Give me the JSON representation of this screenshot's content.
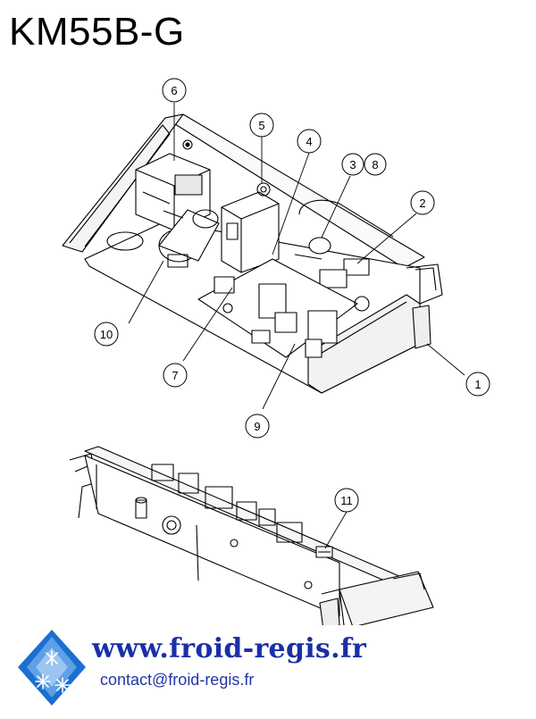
{
  "title": "KM55B-G",
  "callouts": {
    "c1": "1",
    "c2": "2",
    "c3": "3",
    "c4": "4",
    "c5": "5",
    "c6": "6",
    "c7": "7",
    "c8": "8",
    "c9": "9",
    "c10": "10",
    "c11": "11"
  },
  "footer": {
    "website": "www.froid-regis.fr",
    "contact": "contact@froid-regis.fr"
  },
  "logo": {
    "icon": "snowflake-logo-icon",
    "colors": [
      "#1b6fd0",
      "#7fb3ea",
      "#0f2f8f"
    ]
  }
}
